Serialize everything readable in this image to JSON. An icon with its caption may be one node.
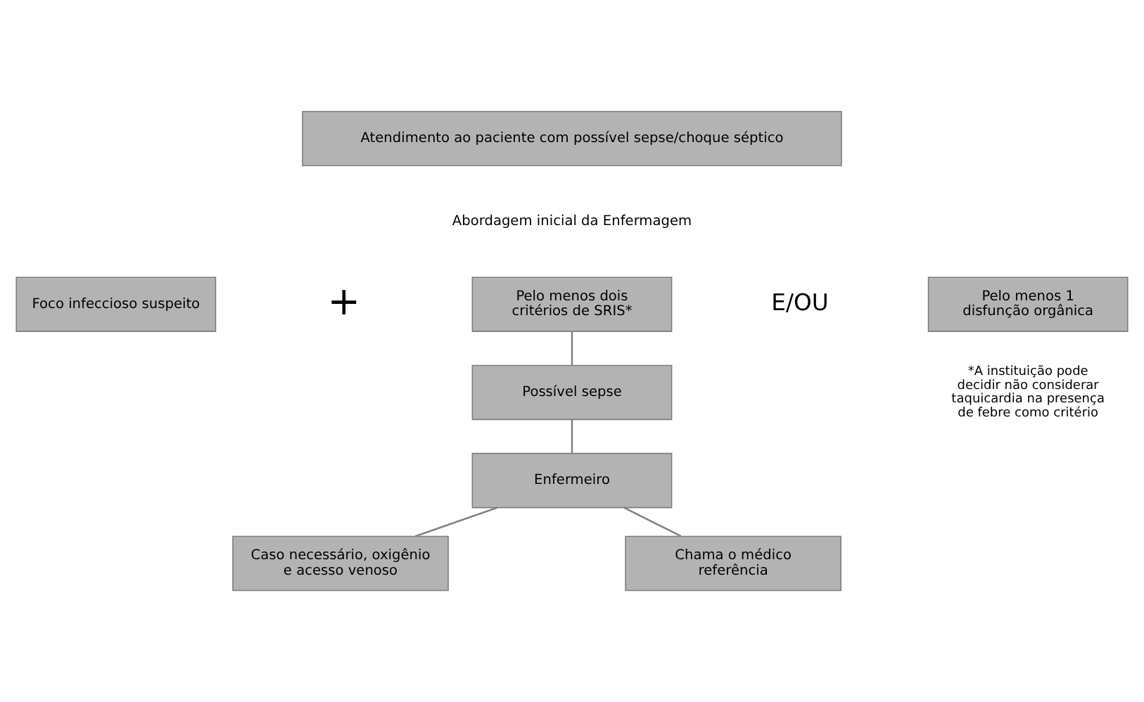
{
  "diagram": {
    "nodes": [
      {
        "text": [
          "Atendimento ao paciente com possível sepse/choque séptico"
        ]
      },
      {
        "text": [
          "Foco infeccioso suspeito"
        ]
      },
      {
        "text": [
          "Pelo menos dois critérios de SRIS*"
        ]
      },
      {
        "text": [
          "Pelo menos 1 disfunção orgânica"
        ]
      },
      {
        "text": [
          "Possível sepse"
        ]
      },
      {
        "text": [
          "Enfermeiro"
        ]
      },
      {
        "text": [
          "Caso necessário, oxigênio e acesso venoso"
        ]
      },
      {
        "text": [
          "Chama o médico referência"
        ]
      }
    ],
    "edges": [
      {
        "from": 2,
        "to": 4,
        "arrow": "none"
      },
      {
        "from": 4,
        "to": 5,
        "arrow": "none"
      },
      {
        "from": 5,
        "to": 6,
        "arrow": "none"
      },
      {
        "from": 5,
        "to": 7,
        "arrow": "none"
      }
    ],
    "labels": [
      "Abordagem inicial da Enfermagem",
      "+",
      "E/OU",
      "*A instituição pode decidir não considerar taquicardia na presença de febre como critério"
    ]
  }
}
